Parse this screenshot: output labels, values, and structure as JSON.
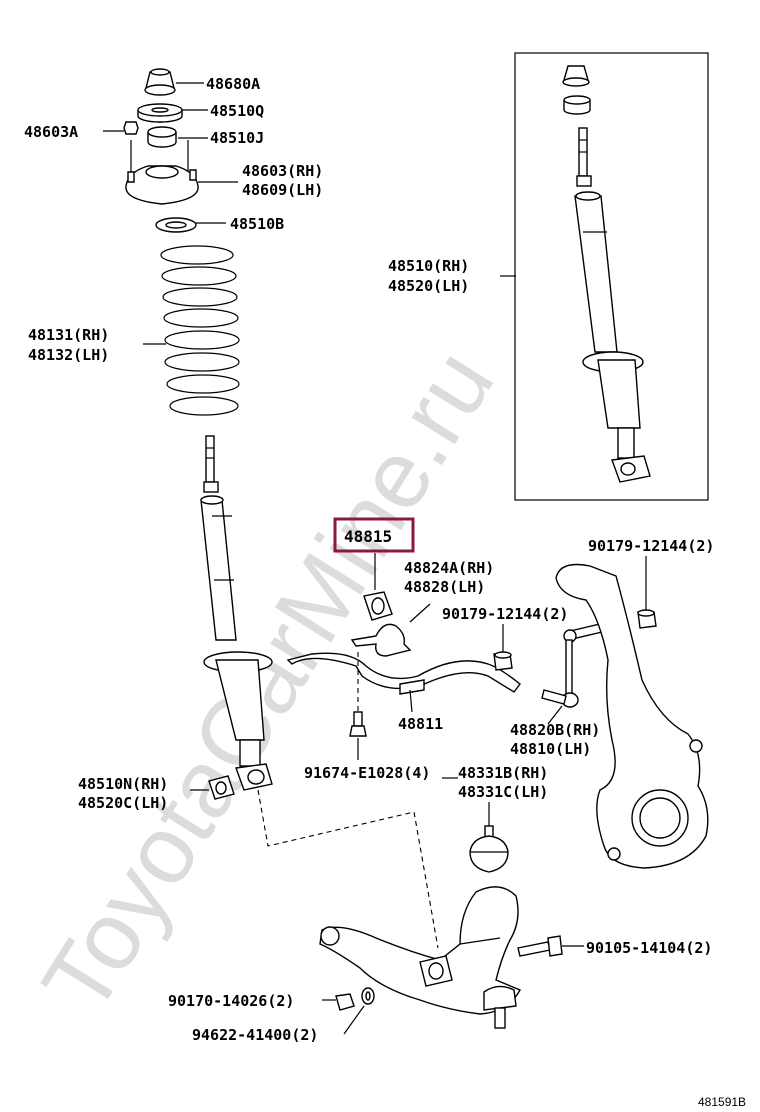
{
  "watermark": "ToyotaCarMine.ru",
  "highlight_color": "#8b1a3a",
  "reference_code": "481591B",
  "labels": {
    "p48680A": "48680A",
    "p48510Q": "48510Q",
    "p48603A": "48603A",
    "p48510J": "48510J",
    "p48603RH": "48603(RH)",
    "p48609LH": "48609(LH)",
    "p48510B": "48510B",
    "p48131RH": "48131(RH)",
    "p48132LH": "48132(LH)",
    "p48510RH": "48510(RH)",
    "p48520LH": "48520(LH)",
    "p48815": "48815",
    "p48824ARH": "48824A(RH)",
    "p48828LH": "48828(LH)",
    "p90179_top": "90179-12144(2)",
    "p90179_mid": "90179-12144(2)",
    "p48811": "48811",
    "p48820BRH": "48820B(RH)",
    "p48810LH": "48810(LH)",
    "p91674": "91674-E1028(4)",
    "p48331BRH": "48331B(RH)",
    "p48331CLH": "48331C(LH)",
    "p48510NRH": "48510N(RH)",
    "p48520CLH": "48520C(LH)",
    "p90105": "90105-14104(2)",
    "p90170": "90170-14026(2)",
    "p94622": "94622-41400(2)"
  }
}
